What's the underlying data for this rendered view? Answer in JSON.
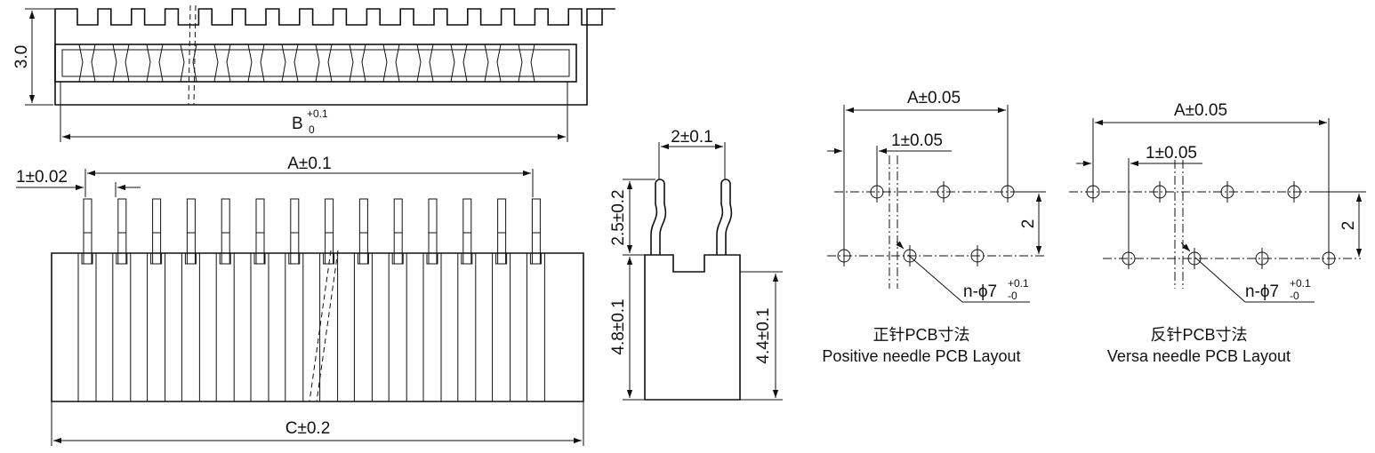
{
  "top_view": {
    "height_label": "3.0",
    "width_label": "B",
    "width_tol_upper": "+0.1",
    "width_tol_lower": "0"
  },
  "front_view": {
    "pitch_label": "1±0.02",
    "span_label": "A±0.1",
    "overall_label": "C±0.2"
  },
  "side_view": {
    "pin_spacing_label": "2±0.1",
    "pin_height_label": "2.5±0.2",
    "body_height_label": "4.8±0.1",
    "body_inner_height_label": "4.4±0.1"
  },
  "pcb_positive": {
    "span_label": "A±0.05",
    "pitch_label": "1±0.05",
    "row_label": "2",
    "hole_label_main": "n-ϕ7",
    "hole_tol_upper": "+0.1",
    "hole_tol_lower": "-0",
    "title_cn": "正针PCB寸法",
    "title_en": "Positive needle PCB Layout"
  },
  "pcb_versa": {
    "span_label": "A±0.05",
    "pitch_label": "1±0.05",
    "row_label": "2",
    "hole_label_main": "n-ϕ7",
    "hole_tol_upper": "+0.1",
    "hole_tol_lower": "-0",
    "title_cn": "反针PCB寸法",
    "title_en": "Versa needle PCB Layout"
  }
}
